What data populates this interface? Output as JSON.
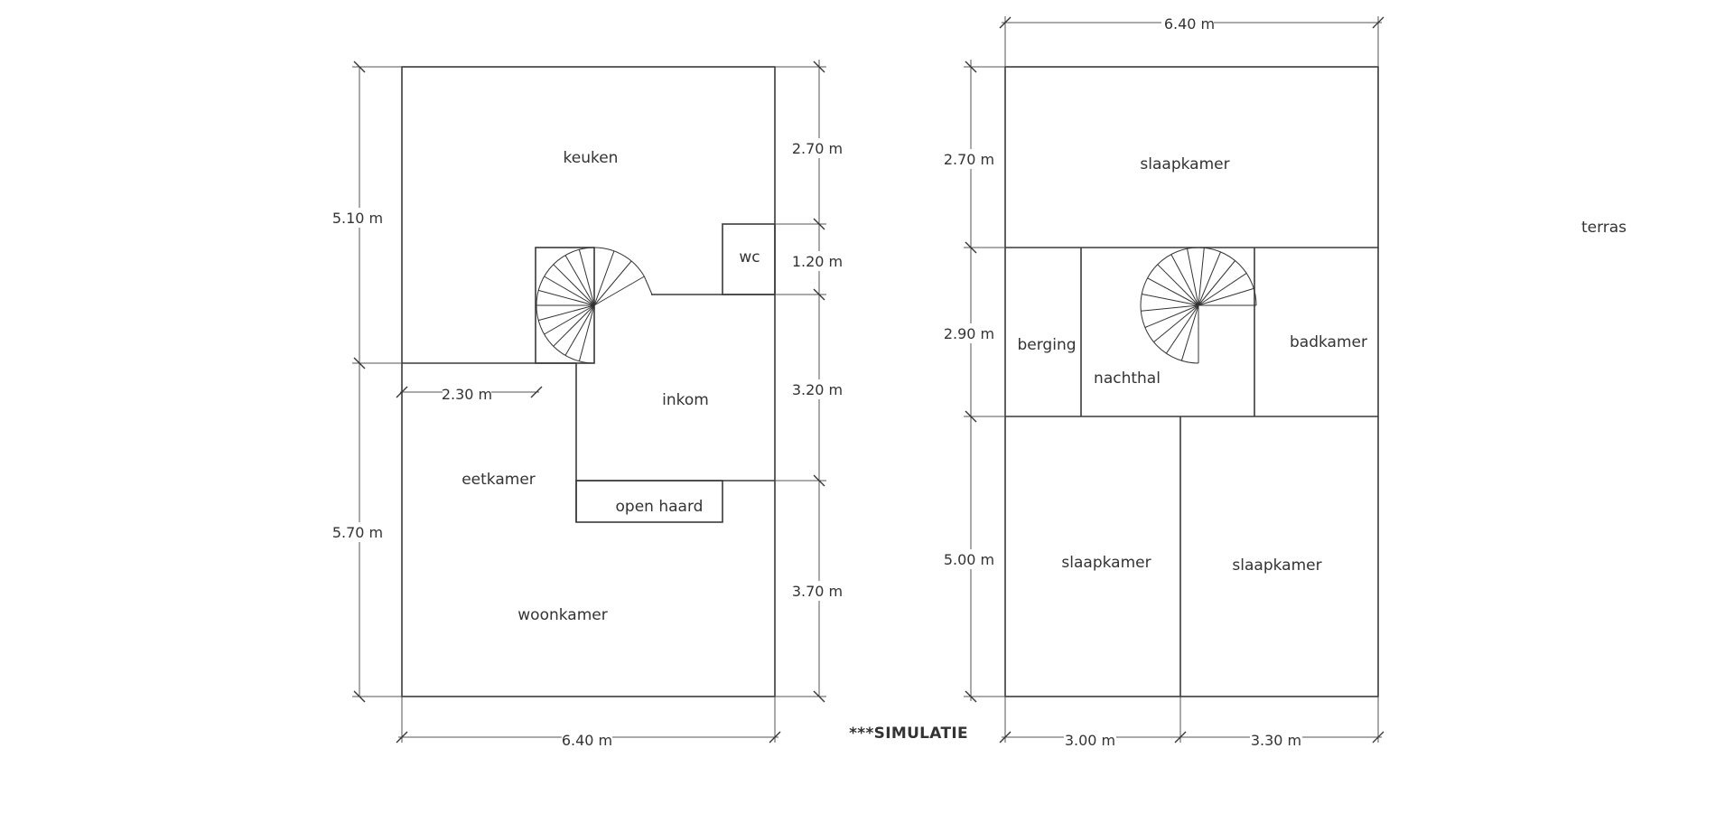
{
  "ground_floor": {
    "rooms": {
      "keuken": "keuken",
      "wc": "wc",
      "inkom": "inkom",
      "eetkamer": "eetkamer",
      "open_haard": "open haard",
      "woonkamer": "woonkamer"
    },
    "dimensions": {
      "height_top": "5.10 m",
      "height_bottom": "5.70 m",
      "right_1": "2.70 m",
      "right_2": "1.20 m",
      "right_3": "3.20 m",
      "right_4": "3.70 m",
      "inner_width": "2.30 m",
      "width_bottom": "6.40 m"
    }
  },
  "first_floor": {
    "rooms": {
      "slaapkamer_top": "slaapkamer",
      "berging": "berging",
      "nachthal": "nachthal",
      "badkamer": "badkamer",
      "slaapkamer_left": "slaapkamer",
      "slaapkamer_right": "slaapkamer"
    },
    "dimensions": {
      "width_top": "6.40 m",
      "left_1": "2.70 m",
      "left_2": "2.90 m",
      "left_3": "5.00 m",
      "bottom_1": "3.00 m",
      "bottom_2": "3.30 m"
    }
  },
  "terrace_label": "terras",
  "simulation_label": "***SIMULATIE"
}
